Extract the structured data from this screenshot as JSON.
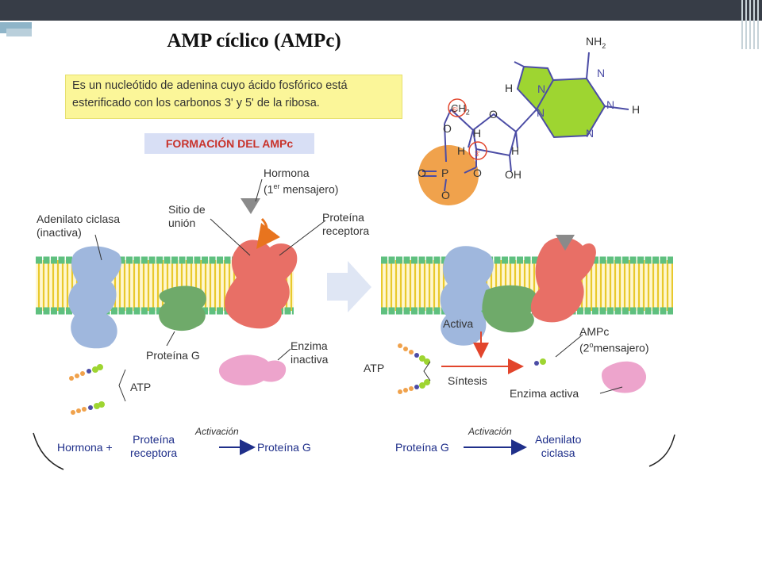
{
  "title": "AMP cíclico (AMPc)",
  "definition": {
    "line1": "Es un nucleótido de adenina cuyo ácido fosfórico está",
    "line2": "esterificado con los carbonos 3' y 5' de la ribosa."
  },
  "formation_label": "FORMACIÓN DEL AMPc",
  "molecule": {
    "nh2": "NH",
    "nh2_sub": "2",
    "n": "N",
    "h": "H",
    "ch2": "CH",
    "ch2_sub": "2",
    "o": "O",
    "p": "P",
    "oh": "OH",
    "five": "5'",
    "three": "3'"
  },
  "left_panel": {
    "hormona_line1": "Hormona",
    "hormona_line2_a": "(1",
    "hormona_line2_sup": "er",
    "hormona_line2_b": "mensajero)",
    "adenilato_line1": "Adenilato ciclasa",
    "adenilato_line2": "(inactiva)",
    "sitio_line1": "Sitio de",
    "sitio_line2": "unión",
    "proteina_line1": "Proteína",
    "proteina_line2": "receptora",
    "proteina_g": "Proteína G",
    "enzima_line1": "Enzima",
    "enzima_line2": "inactiva",
    "atp": "ATP"
  },
  "right_panel": {
    "activa": "Activa",
    "ampc_line1": "AMPc",
    "ampc_line2_a": "(2",
    "ampc_line2_sup": "o",
    "ampc_line2_b": "mensajero)",
    "atp": "ATP",
    "sintesis": "Síntesis",
    "enzima_activa": "Enzima activa"
  },
  "equations": {
    "left": {
      "term1": "Hormona +",
      "term2_line1": "Proteína",
      "term2_line2": "receptora",
      "arrow_label": "Activación",
      "result": "Proteína G"
    },
    "right": {
      "term1": "Proteína G",
      "arrow_label": "Activación",
      "result_line1": "Adenilato",
      "result_line2": "ciclasa"
    }
  },
  "colors": {
    "topbar": "#373d47",
    "definition_bg": "#fbf699",
    "formation_bg": "#d8dff5",
    "formation_text": "#c8332b",
    "membrane_head": "#5fc07f",
    "membrane_tail": "#f2d84a",
    "adenilato": "#9fb7dd",
    "proteina_g": "#6faa6a",
    "receptora": "#e86f66",
    "enzima": "#eda4cc",
    "phosphate": "#f0a24c",
    "adenine": "#9ed531",
    "equation_text": "#1f2f8a"
  }
}
